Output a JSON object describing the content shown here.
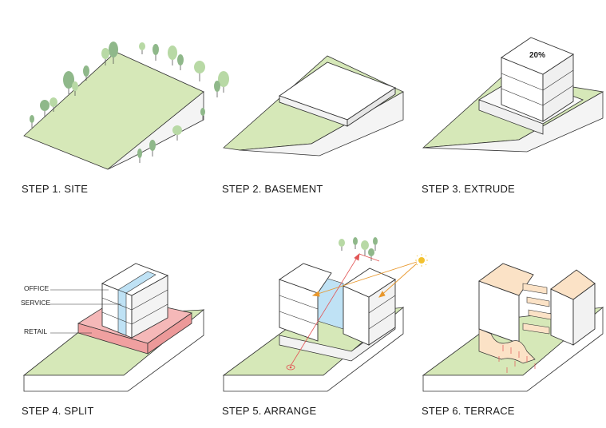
{
  "steps": [
    {
      "label": "STEP 1. SITE"
    },
    {
      "label": "STEP 2. BASEMENT"
    },
    {
      "label": "STEP 3. EXTRUDE"
    },
    {
      "label": "STEP 4. SPLIT"
    },
    {
      "label": "STEP 5. ARRANGE"
    },
    {
      "label": "STEP 6. TERRACE"
    }
  ],
  "extrude": {
    "percent": "20%"
  },
  "split": {
    "labels": {
      "office": "OFFICE",
      "service": "SERVICE",
      "retail": "RETAIL"
    }
  },
  "colors": {
    "lawn": "#d6e8b8",
    "lawn_side": "#c4dba0",
    "slope_wall": "#f0f0f0",
    "outline": "#333333",
    "tree_dark": "#8fb88a",
    "tree_light": "#b8d9a5",
    "retail": "#f5b8b8",
    "service": "#bfe2f5",
    "terrace": "#fbe2c6",
    "arrow": "#e8972b",
    "sun": "#f2c12e",
    "sight": "#e25555"
  }
}
